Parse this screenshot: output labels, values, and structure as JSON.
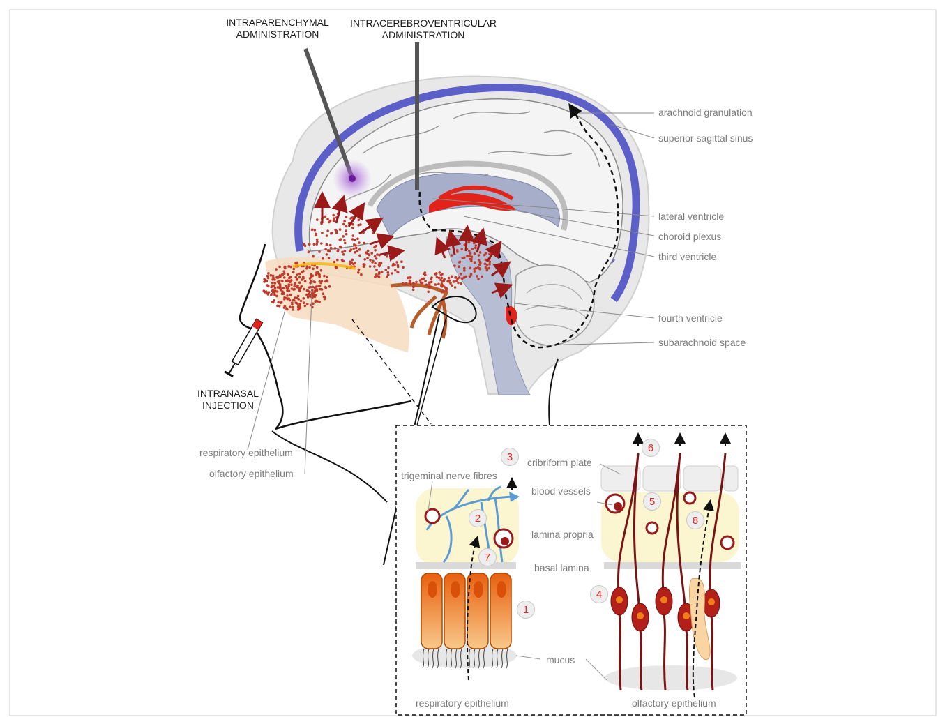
{
  "routes": {
    "intraparenchymal": [
      "INTRAPARENCHYMAL",
      "ADMINISTRATION"
    ],
    "intracerebroventricular": [
      "INTRACEREBROVENTRICULAR",
      "ADMINISTRATION"
    ],
    "intranasal": [
      "INTRANASAL",
      "INJECTION"
    ]
  },
  "brain_labels": {
    "arachnoid_granulation": "arachnoid granulation",
    "superior_sagittal_sinus": "superior sagittal sinus",
    "lateral_ventricle": "lateral ventricle",
    "choroid_plexus": "choroid plexus",
    "third_ventricle": "third ventricle",
    "fourth_ventricle": "fourth ventricle",
    "subarachnoid_space": "subarachnoid space"
  },
  "nasal_labels": {
    "respiratory_epithelium": "respiratory epithelium",
    "olfactory_epithelium": "olfactory epithelium"
  },
  "inset": {
    "cribriform_plate": "cribriform plate",
    "trigeminal_nerve_fibres": "trigeminal nerve fibres",
    "blood_vessels": "blood vessels",
    "lamina_propria": "lamina propria",
    "basal_lamina": "basal lamina",
    "mucus": "mucus",
    "respiratory_epithelium": "respiratory epithelium",
    "olfactory_epithelium": "olfactory epithelium",
    "markers": [
      "1",
      "2",
      "3",
      "4",
      "5",
      "6",
      "7",
      "8"
    ]
  },
  "colors": {
    "sinus": "#5b5fc7",
    "ventricle": "#a7aec9",
    "choroid": "#e2231a",
    "particles": "#c0392b",
    "nerve": "#5b9bd5",
    "cell_orange": "#f07f1a",
    "neuron": "#a01e1e",
    "skull": "#e6e6e6",
    "nasal_cavity": "#f7dcc0"
  }
}
